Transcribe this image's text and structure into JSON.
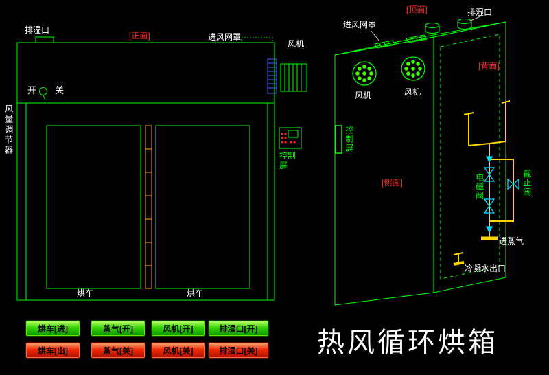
{
  "title": "热风循环烘箱",
  "front": {
    "view_tag": "[正面]",
    "exhaust_port": "排湿口",
    "inlet_mesh": "进风网罩",
    "fan": "风机",
    "switch_on": "开",
    "switch_off": "关",
    "air_volume_regulator": "风量调节器",
    "drying_cart": "烘车",
    "control_screen": "控制屏"
  },
  "iso": {
    "top_tag": "[顶面]",
    "back_tag": "[背面]",
    "side_tag": "[侧面]",
    "exhaust_port": "排湿口",
    "inlet_mesh": "进风网罩",
    "fan": "风机",
    "control_screen": "控制屏",
    "solenoid_valve": "电磁阀",
    "stop_valve": "截止阀",
    "steam_inlet": "进蒸气",
    "condensate_outlet": "冷凝水出口"
  },
  "buttons": {
    "green": [
      "烘车[进]",
      "蒸气[开]",
      "风机[开]",
      "排湿口[开]"
    ],
    "red": [
      "烘车[出]",
      "蒸气[关]",
      "风机[关]",
      "排湿口[关]"
    ]
  },
  "colors": {
    "line_green": "#00ff00",
    "hinge_yellow": "#ffaa00",
    "pipe_yellow": "#ffd700",
    "valve_cyan": "#00e0ff",
    "tag_red": "#ff2b2b",
    "fan_grille_blue": "#4169ff",
    "button_green": "#35d400",
    "button_red": "#f02800"
  }
}
